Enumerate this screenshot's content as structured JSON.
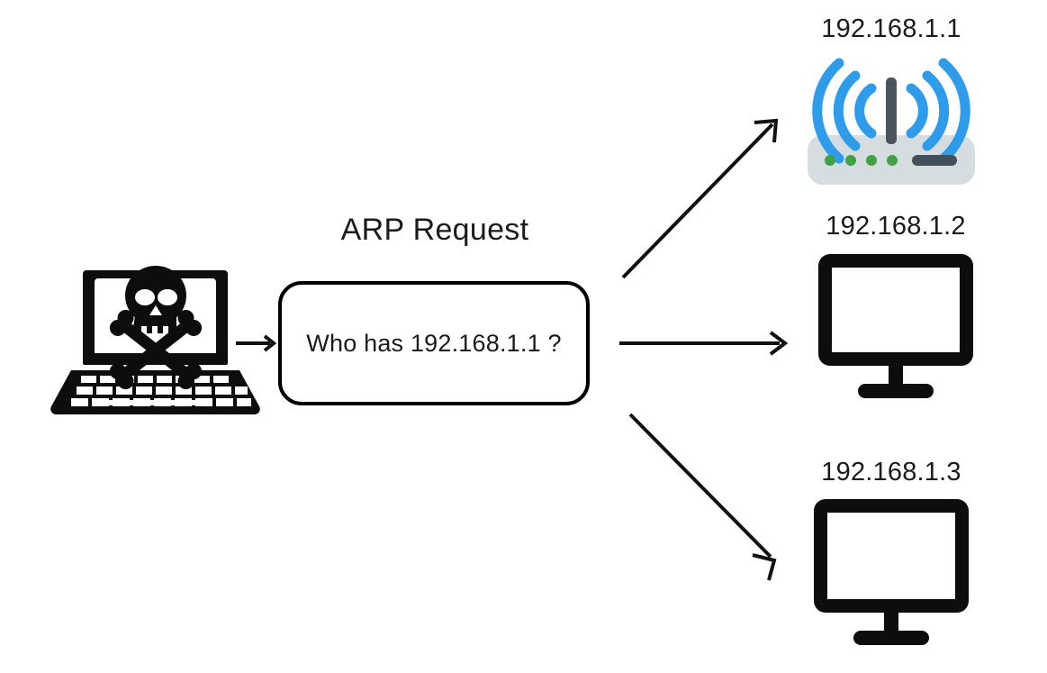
{
  "diagram": {
    "title": "ARP Request",
    "background_color": "#ffffff",
    "request_box": {
      "text": "Who has 192.168.1.1 ?",
      "border_color": "#000000",
      "fill_color": "#ffffff"
    },
    "attacker": {
      "icon": "hacker-laptop-skull-icon",
      "color": "#000000"
    },
    "arrows": {
      "color": "#111111",
      "from_attacker_to_box": "arrow-right",
      "to_router": "arrow-up-right",
      "to_host_2": "arrow-right",
      "to_host_3": "arrow-down-right"
    },
    "targets": [
      {
        "ip": "192.168.1.1",
        "device": "wifi-router",
        "body_color": "#d6dde0",
        "wave_color": "#2e9ceb",
        "antenna_color": "#4a555e",
        "led_color": "#43a047",
        "led_count": 4,
        "port_color": "#41505b"
      },
      {
        "ip": "192.168.1.2",
        "device": "desktop-monitor",
        "body_color": "#0d0d0d",
        "screen_color": "#ffffff"
      },
      {
        "ip": "192.168.1.3",
        "device": "desktop-monitor",
        "body_color": "#0d0d0d",
        "screen_color": "#ffffff"
      }
    ]
  }
}
